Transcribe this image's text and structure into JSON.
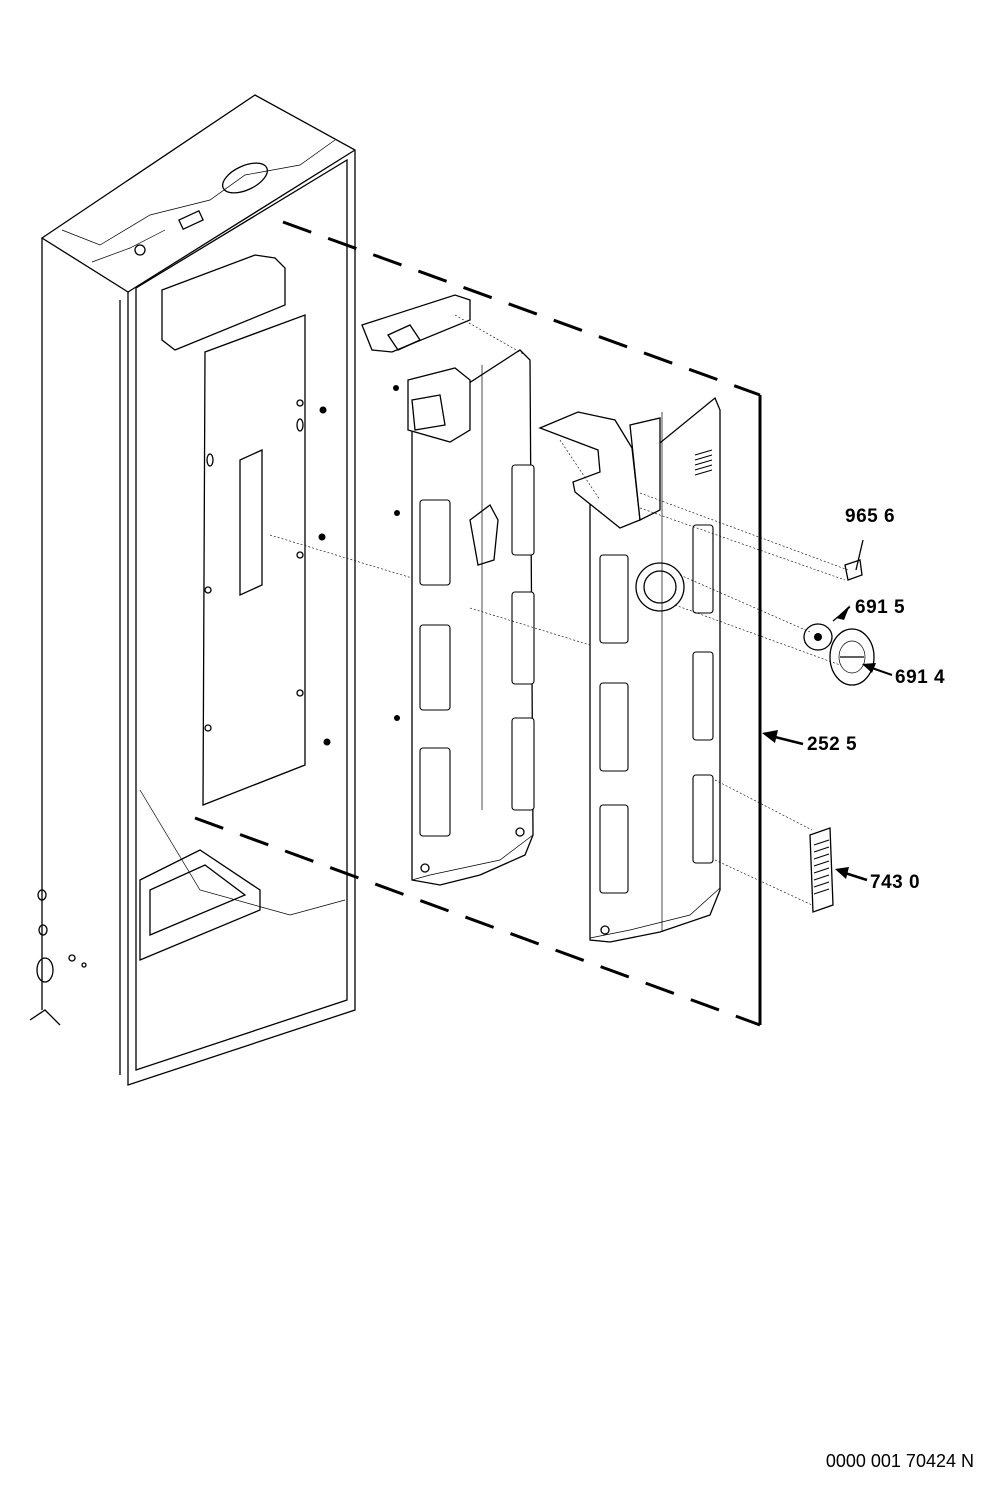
{
  "diagram": {
    "part_labels": [
      {
        "id": "9656",
        "text": "965 6"
      },
      {
        "id": "6915",
        "text": "691 5"
      },
      {
        "id": "6914",
        "text": "691 4"
      },
      {
        "id": "2525",
        "text": "252 5"
      },
      {
        "id": "7430",
        "text": "743 0"
      }
    ],
    "document_code": "0000 001 70424 N"
  }
}
